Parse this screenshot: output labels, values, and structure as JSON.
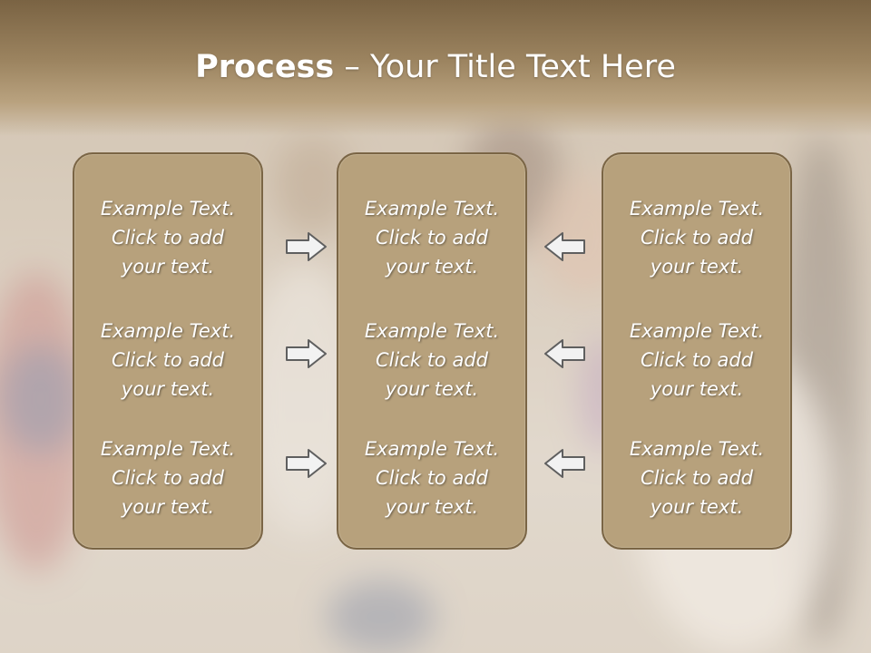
{
  "title": {
    "bold": "Process",
    "rest": " – Your Title Text Here"
  },
  "panels": [
    {
      "items": [
        [
          "Example Text.",
          "Click  to add",
          "your text."
        ],
        [
          "Example Text.",
          "Click  to add",
          "your text."
        ],
        [
          "Example Text.",
          "Click  to add",
          "your text."
        ]
      ]
    },
    {
      "items": [
        [
          "Example Text.",
          "Click  to add",
          "your text."
        ],
        [
          "Example Text.",
          "Click  to add",
          "your text."
        ],
        [
          "Example Text.",
          "Click  to add",
          "your text."
        ]
      ]
    },
    {
      "items": [
        [
          "Example Text.",
          "Click  to add",
          "your text."
        ],
        [
          "Example Text.",
          "Click  to add",
          "your text."
        ],
        [
          "Example Text.",
          "Click  to add",
          "your text."
        ]
      ]
    }
  ],
  "arrows": {
    "left_column": "arrow-right-icon",
    "right_column": "arrow-left-icon"
  },
  "colors": {
    "panel_fill": "#b7a17c",
    "panel_border": "#7a6545",
    "title_band": "#8f7754",
    "arrow_fill": "#f2f2f2",
    "arrow_stroke": "#5f5f5f"
  }
}
